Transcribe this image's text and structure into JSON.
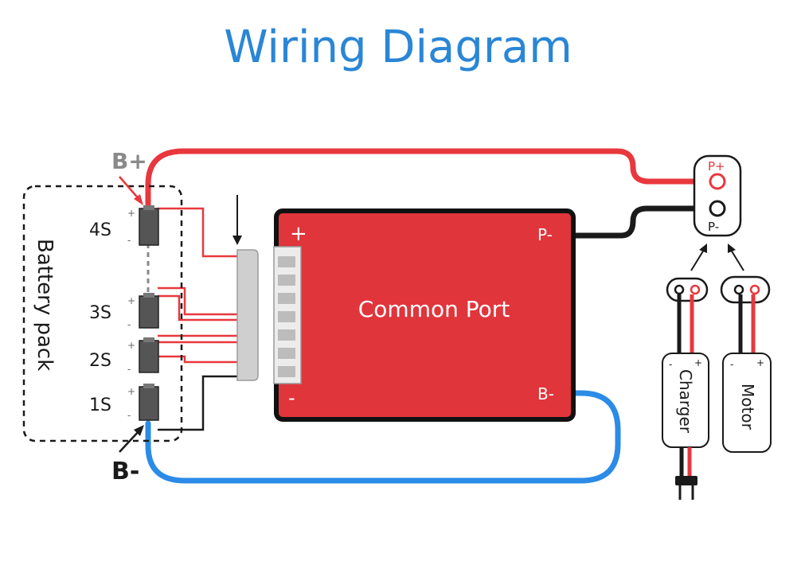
{
  "title": "Wiring Diagram",
  "colors": {
    "title": "#2a86d6",
    "red_wire": "#e8383d",
    "black_wire": "#1a1a1a",
    "blue_wire": "#2b8be6",
    "board_fill": "#e0353b",
    "board_stroke": "#111111",
    "connector_fill": "#cfcfcf",
    "cell_fill": "#555555",
    "gray_label": "#8a8a8a"
  },
  "battery_pack": {
    "label": "Battery pack",
    "cells": [
      "4S",
      "3S",
      "2S",
      "1S"
    ],
    "plus_sign": "+",
    "minus_sign": "-",
    "b_plus": "B+",
    "b_minus": "B-"
  },
  "board": {
    "label": "Common Port",
    "plus": "+",
    "minus": "-",
    "p_minus": "P-",
    "b_minus": "B-"
  },
  "output_port": {
    "p_plus": "P+",
    "p_minus": "P-"
  },
  "charger": {
    "label": "Charger",
    "minus": "-",
    "plus": "+"
  },
  "motor": {
    "label": "Motor",
    "minus": "-",
    "plus": "+"
  }
}
